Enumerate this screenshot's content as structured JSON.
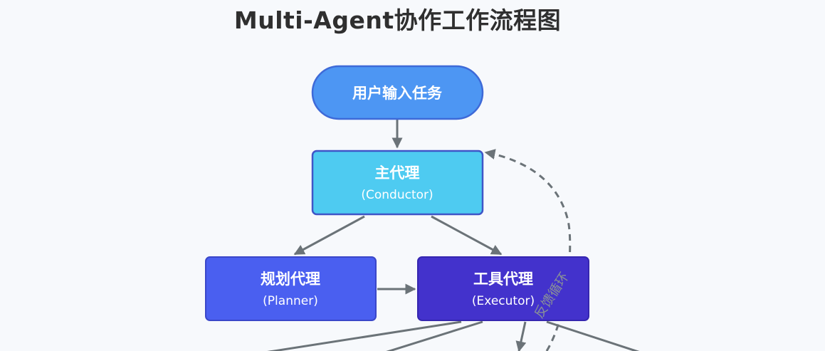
{
  "title": "Multi-Agent协作工作流程图",
  "nodes": {
    "input": {
      "label": "用户输入任务"
    },
    "conductor": {
      "label": "主代理",
      "sub": "(Conductor)"
    },
    "planner": {
      "label": "规划代理",
      "sub": "(Planner)"
    },
    "executor": {
      "label": "工具代理",
      "sub": "(Executor)"
    }
  },
  "edges": {
    "feedback_label": "反馈循环"
  },
  "colors": {
    "input_fill": "#4d96f3",
    "input_stroke": "#3e6ad8",
    "conductor_fill": "#4ecbf1",
    "conductor_stroke": "#3f55c7",
    "planner_fill": "#4a5ff0",
    "executor_fill": "#4332cc",
    "edge": "#6b7378"
  }
}
